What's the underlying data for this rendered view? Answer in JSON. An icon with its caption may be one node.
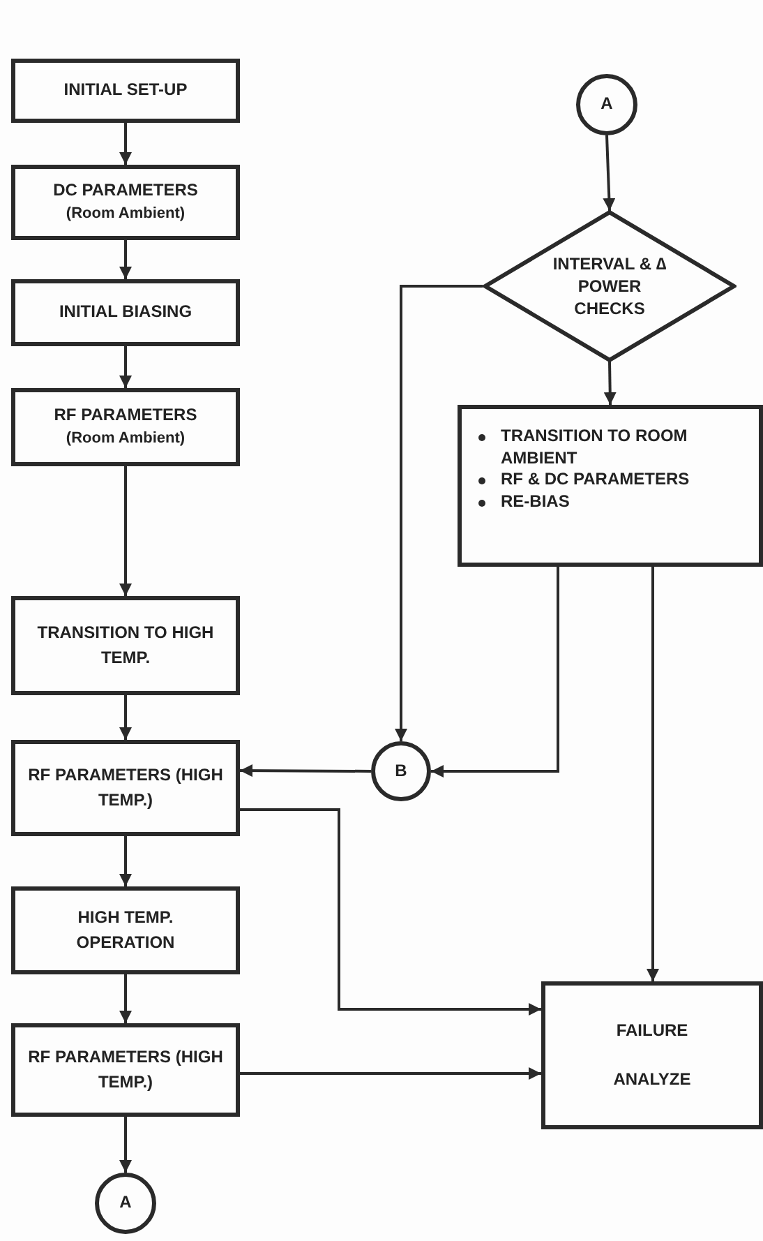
{
  "diagram": {
    "nodes": [
      {
        "text": [
          "INITIAL SET-UP"
        ]
      },
      {
        "text": [
          "DC PARAMETERS",
          "(Room Ambient)"
        ]
      },
      {
        "text": [
          "INITIAL BIASING"
        ]
      },
      {
        "text": [
          "RF PARAMETERS",
          "(Room Ambient)"
        ]
      },
      {
        "text": [
          "TRANSITION TO HIGH TEMP."
        ]
      },
      {
        "text": [
          "RF PARAMETERS (HIGH TEMP.)"
        ]
      },
      {
        "text": [
          "HIGH TEMP. OPERATION"
        ]
      },
      {
        "text": [
          "RF PARAMETERS (HIGH TEMP.)"
        ]
      },
      {
        "text": [
          "A"
        ]
      },
      {
        "text": [
          "A"
        ]
      },
      {
        "text": [
          "INTERVAL & ∆ POWER CHECKS"
        ]
      },
      {
        "text": [
          "TRANSITION TO ROOM AMBIENT",
          "RF & DC PARAMETERS",
          "RE-BIAS"
        ]
      },
      {
        "text": [
          "B"
        ]
      },
      {
        "text": [
          "FAILURE",
          "ANALYZE"
        ]
      }
    ],
    "edges": [
      {
        "from": 0,
        "to": 1,
        "arrow": "to"
      },
      {
        "from": 1,
        "to": 2,
        "arrow": "to"
      },
      {
        "from": 2,
        "to": 3,
        "arrow": "to"
      },
      {
        "from": 3,
        "to": 4,
        "arrow": "to"
      },
      {
        "from": 4,
        "to": 5,
        "arrow": "to"
      },
      {
        "from": 5,
        "to": 6,
        "arrow": "to"
      },
      {
        "from": 6,
        "to": 7,
        "arrow": "to"
      },
      {
        "from": 7,
        "to": 8,
        "arrow": "to"
      },
      {
        "from": 9,
        "to": 10,
        "arrow": "to"
      },
      {
        "from": 10,
        "to": 11,
        "arrow": "to"
      },
      {
        "from": 10,
        "to": 12,
        "arrow": "to"
      },
      {
        "from": 11,
        "to": 12,
        "arrow": "to"
      },
      {
        "from": 12,
        "to": 5,
        "arrow": "to"
      },
      {
        "from": 5,
        "to": 13,
        "arrow": "to"
      },
      {
        "from": 7,
        "to": 13,
        "arrow": "to"
      },
      {
        "from": 11,
        "to": 13,
        "arrow": "to"
      }
    ]
  }
}
